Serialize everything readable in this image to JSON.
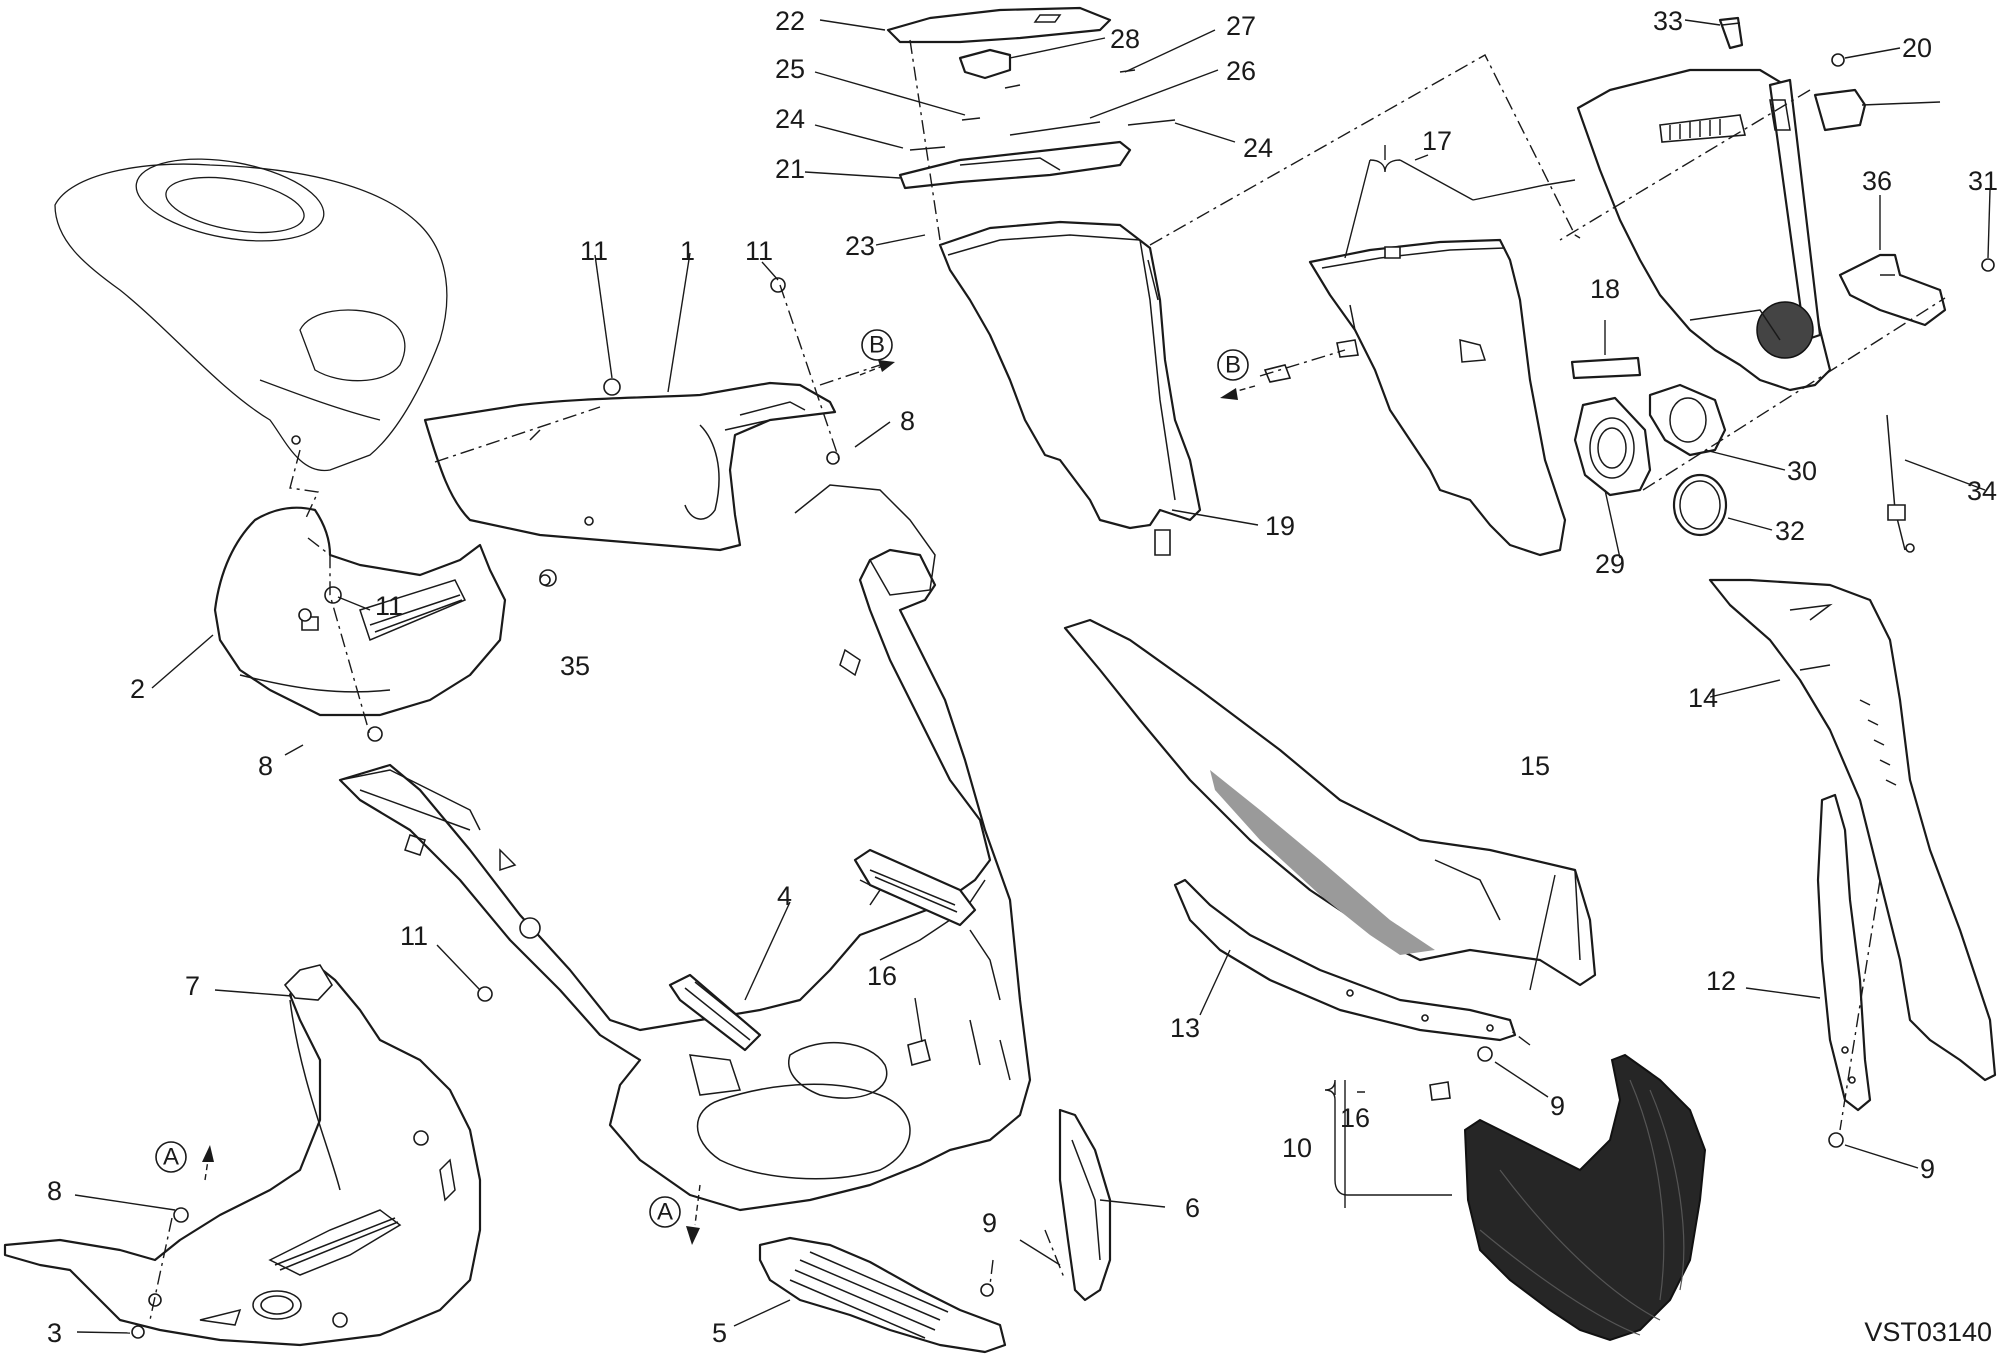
{
  "document_code": "VST03140",
  "reference_markers": {
    "a": "A",
    "b": "B"
  },
  "callouts": [
    "1",
    "2",
    "3",
    "4",
    "5",
    "6",
    "7",
    "8",
    "9",
    "10",
    "11",
    "12",
    "13",
    "14",
    "15",
    "16",
    "17",
    "18",
    "19",
    "20",
    "21",
    "22",
    "23",
    "24",
    "25",
    "26",
    "27",
    "28",
    "29",
    "30",
    "31",
    "32",
    "33",
    "34",
    "35",
    "36"
  ]
}
